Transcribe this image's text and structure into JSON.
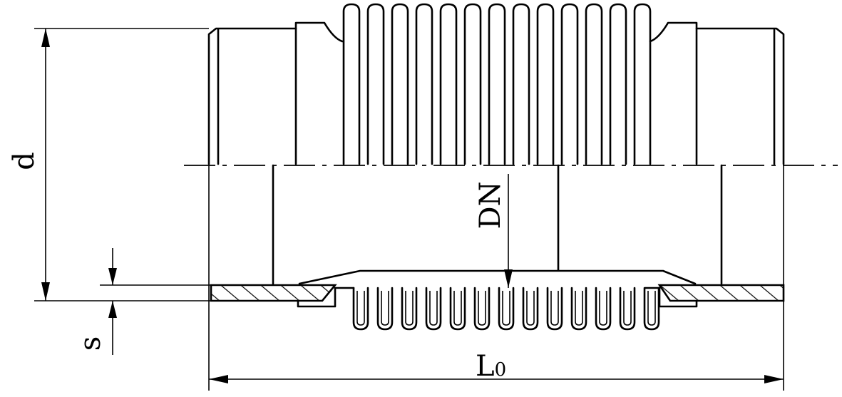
{
  "labels": {
    "d": "d",
    "dn": "DN",
    "s": "s",
    "l0_main": "L",
    "l0_sub": "0"
  },
  "colors": {
    "ink": "#000000",
    "paper": "#ffffff"
  }
}
